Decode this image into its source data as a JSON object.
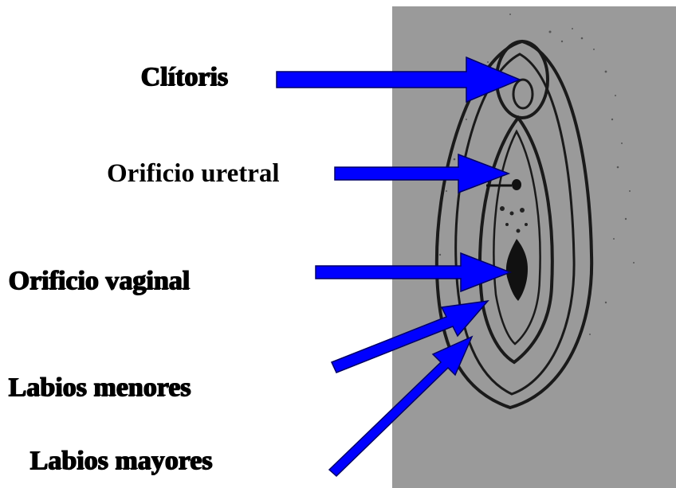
{
  "labels": {
    "clitoris": "Clítoris",
    "orificio_uretral": "Orificio uretral",
    "orificio_vaginal": "Orificio vaginal",
    "labios_menores": "Labios menores",
    "labios_mayores": "Labios mayores"
  },
  "colors": {
    "arrow_fill": "#0000ff",
    "arrow_stroke": "#000066",
    "panel_background": "#9a9a9a",
    "line_drawing": "#1a1a1a"
  }
}
